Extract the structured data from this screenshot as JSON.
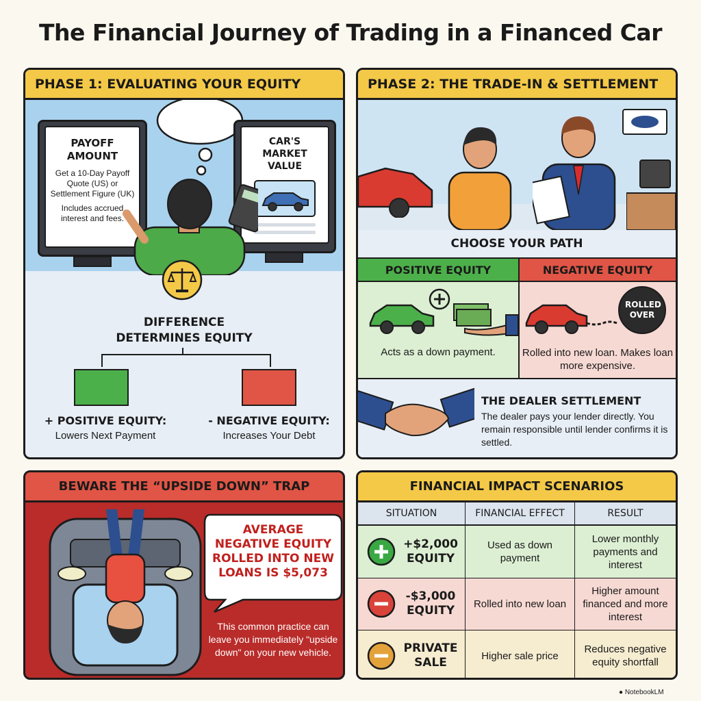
{
  "title": "The Financial Journey of Trading in a Financed Car",
  "phase1": {
    "header": "PHASE 1: EVALUATING YOUR EQUITY",
    "payoff_title": "PAYOFF AMOUNT",
    "payoff_desc": "Get a 10-Day Payoff Quote (US) or Settlement Figure (UK)",
    "payoff_note": "Includes accrued interest and fees.",
    "market_title": "CAR'S MARKET VALUE",
    "difference": "DIFFERENCE DETERMINES EQUITY",
    "positive_label": "+ POSITIVE EQUITY:",
    "positive_desc": "Lowers Next Payment",
    "negative_label": "- NEGATIVE EQUITY:",
    "negative_desc": "Increases Your Debt"
  },
  "phase2": {
    "header": "PHASE 2: THE TRADE-IN & SETTLEMENT",
    "choose": "CHOOSE YOUR PATH",
    "positive_tab": "POSITIVE EQUITY",
    "negative_tab": "NEGATIVE EQUITY",
    "positive_desc": "Acts as a down payment.",
    "negative_desc": "Rolled into new loan. Makes loan more expensive.",
    "rolled_over": "ROLLED OVER",
    "dealer_title": "THE DEALER SETTLEMENT",
    "dealer_desc": "The dealer pays your lender directly. You remain responsible until lender confirms it is settled."
  },
  "trap": {
    "header": "BEWARE THE “UPSIDE DOWN” TRAP",
    "bubble": "AVERAGE NEGATIVE EQUITY ROLLED INTO NEW LOANS IS $5,073",
    "desc": "This common practice can leave you immediately \"upside down\" on your new vehicle."
  },
  "scenarios": {
    "header": "FINANCIAL IMPACT SCENARIOS",
    "columns": [
      "SITUATION",
      "FINANCIAL EFFECT",
      "RESULT"
    ],
    "rows": [
      {
        "situation": "+$2,000 EQUITY",
        "effect": "Used as down payment",
        "result": "Lower monthly payments and interest",
        "icon": "plus-icon",
        "color": "#3aa843",
        "bg": "#dcefd3"
      },
      {
        "situation": "-$3,000 EQUITY",
        "effect": "Rolled into new loan",
        "result": "Higher amount financed and more interest",
        "icon": "minus-icon",
        "color": "#d9433a",
        "bg": "#f7d9d3"
      },
      {
        "situation": "PRIVATE SALE",
        "effect": "Higher sale price",
        "result": "Reduces negative equity shortfall",
        "icon": "minus-icon",
        "color": "#e3a23a",
        "bg": "#f6ecd0"
      }
    ]
  },
  "brand": "NotebookLM",
  "colors": {
    "green": "#4cb04a",
    "red": "#e05545",
    "yellow": "#f4c948",
    "navy": "#2d4f8f"
  }
}
